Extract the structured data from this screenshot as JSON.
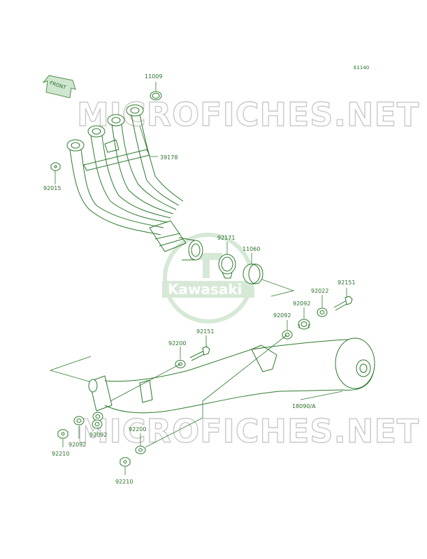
{
  "diagram": {
    "code": "E1140",
    "front_label": "FRONT",
    "watermark_top": "MICROFICHES.NET",
    "watermark_bottom": "MICROFICHES.NET",
    "logo_text": "Kawasaki",
    "parts": {
      "p11009": "11009",
      "p39178": "39178",
      "p92015": "92015",
      "p92171": "92171",
      "p11060": "11060",
      "p92151_top": "92151",
      "p92022": "92022",
      "p92092_a": "92092",
      "p92151_mid": "92151",
      "p92092_b": "92092",
      "p92200_a": "92200",
      "p18090": "18090/A",
      "p92200_b": "92200",
      "p92092_c": "92092",
      "p92092_d": "92092",
      "p92210_a": "92210",
      "p92210_b": "92210"
    }
  }
}
